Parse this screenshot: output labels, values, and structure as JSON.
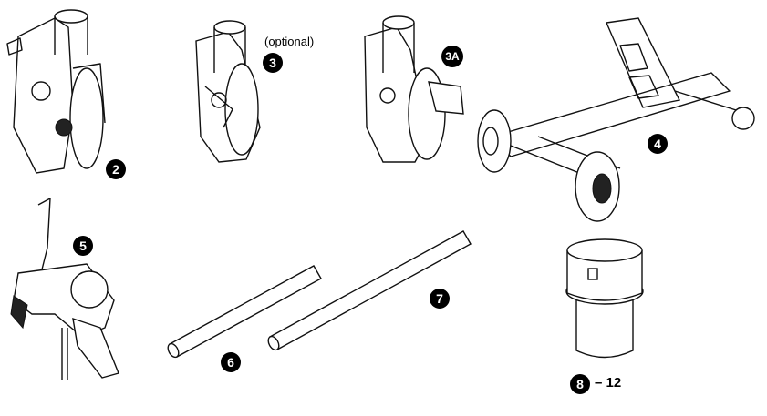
{
  "labels": {
    "part2": "2",
    "part3": "3",
    "part3_note": "(optional)",
    "part3a": "3A",
    "part4": "4",
    "part5": "5",
    "part6": "6",
    "part7": "7",
    "part8": "8",
    "part8_range": "– 12"
  }
}
